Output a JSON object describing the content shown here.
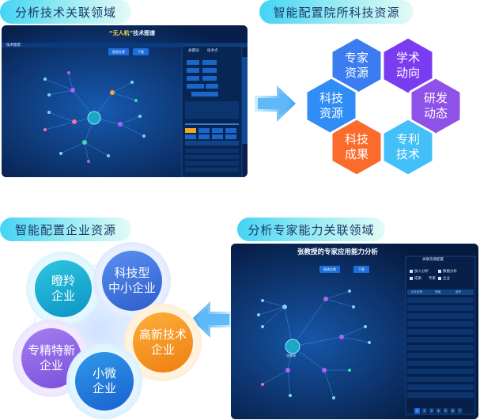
{
  "labels": {
    "top_left": "分析技术关联领域",
    "top_right": "智能配置院所科技资源",
    "bottom_left": "智能配置企业资源",
    "bottom_right": "分析专家能力关联领域"
  },
  "top_screenshot": {
    "title_quote": "“无人机”",
    "title_rest": "技术图谱",
    "side_header": "技术图谱",
    "buttons": [
      "图谱全景",
      "下载"
    ],
    "panel_tabs": [
      "关键词",
      "技术点"
    ]
  },
  "bottom_screenshot": {
    "title": "张教授的专家应用能力分析",
    "buttons": [
      "图谱全景",
      "下载"
    ],
    "panel_title": "关联资源配置",
    "panel_options": [
      "加入分析",
      "数据分析",
      "成果",
      "专家",
      "企业"
    ],
    "table_header": [
      "企业名称",
      "领域",
      "城市"
    ],
    "center_node": "张教授",
    "pagination": [
      "1",
      "2",
      "3",
      "4",
      "5",
      "6",
      "7"
    ]
  },
  "hexagons": [
    {
      "label": "专家\n资源",
      "color": "#3b7df0"
    },
    {
      "label": "学术\n动向",
      "color": "#7a3cf0"
    },
    {
      "label": "科技\n资源",
      "color": "#2f8df5"
    },
    {
      "label": "研发\n动态",
      "color": "#8f52e8"
    },
    {
      "label": "科技\n成果",
      "color": "#fb6b2c"
    },
    {
      "label": "专利\n技术",
      "color": "#43c0f7"
    }
  ],
  "circles": [
    {
      "label": "瞪羚\n企业",
      "color": "#12b0cf"
    },
    {
      "label": "科技型\n中小企业",
      "color": "#3d6fdc"
    },
    {
      "label": "专精特新\n企业",
      "color": "#8f63e5"
    },
    {
      "label": "高新技术\n企业",
      "color": "#f49a1c"
    },
    {
      "label": "小微\n企业",
      "color": "#2273e0"
    }
  ]
}
